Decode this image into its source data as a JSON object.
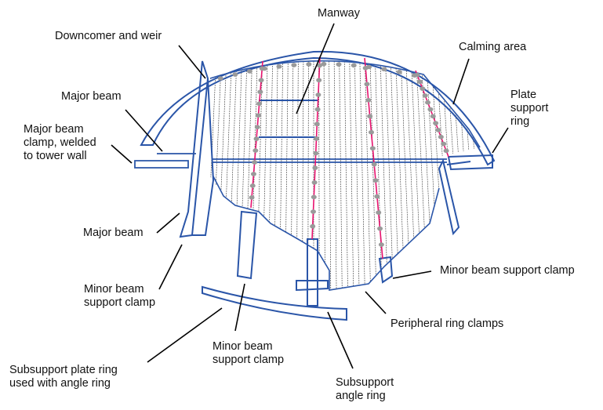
{
  "labels": {
    "manway": "Manway",
    "downcomer": "Downcomer and weir",
    "calming": "Calming area",
    "plate_support_1": "Plate",
    "plate_support_2": "support",
    "plate_support_3": "ring",
    "major_beam_top": "Major beam",
    "clamp_welded_1": "Major beam",
    "clamp_welded_2": "clamp, welded",
    "clamp_welded_3": "to tower wall",
    "major_beam_bottom": "Major beam",
    "minor_left_1": "Minor beam",
    "minor_left_2": "support clamp",
    "minor_right": "Minor beam support clamp",
    "peripheral": "Peripheral ring clamps",
    "minor_center_1": "Minor beam",
    "minor_center_2": "support clamp",
    "subplate_1": "Subsupport plate ring",
    "subplate_2": "used with angle ring",
    "subangle_1": "Subsupport",
    "subangle_2": "angle ring"
  },
  "colors": {
    "structure": "#2a55a8",
    "beam_line": "#e8126e",
    "leader": "#000000",
    "bolt": "#9a9a9a"
  }
}
